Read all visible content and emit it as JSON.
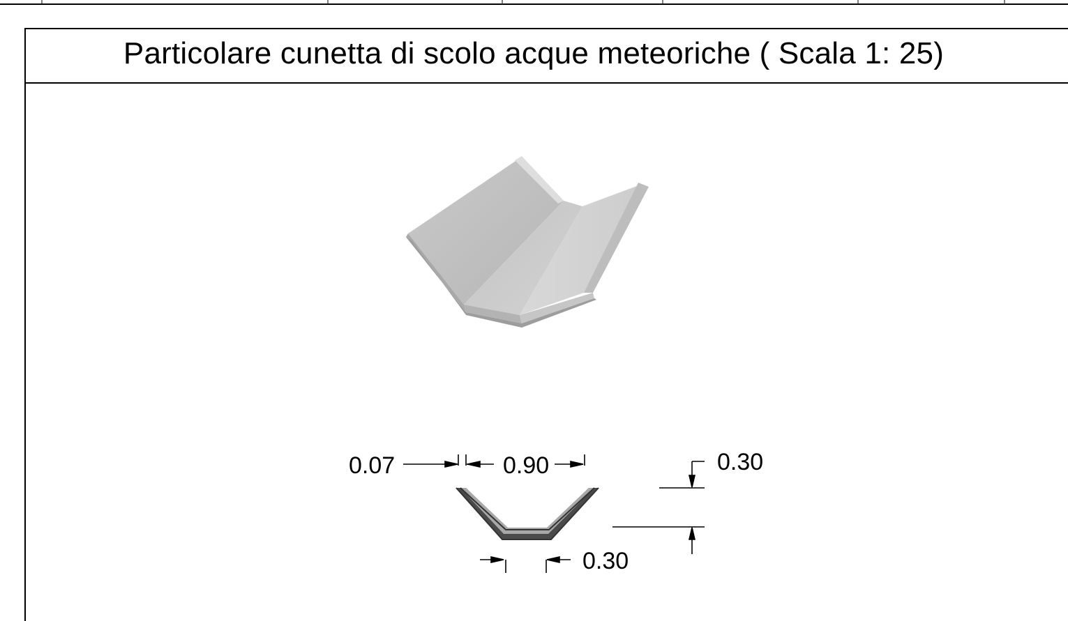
{
  "drawing": {
    "title": "Particolare cunetta di scolo acque meteoriche ( Scala 1: 25)",
    "dimensions": {
      "thickness": "0.07",
      "bottom_width": "0.90",
      "height": "0.30",
      "side_offset": "0.30"
    }
  }
}
